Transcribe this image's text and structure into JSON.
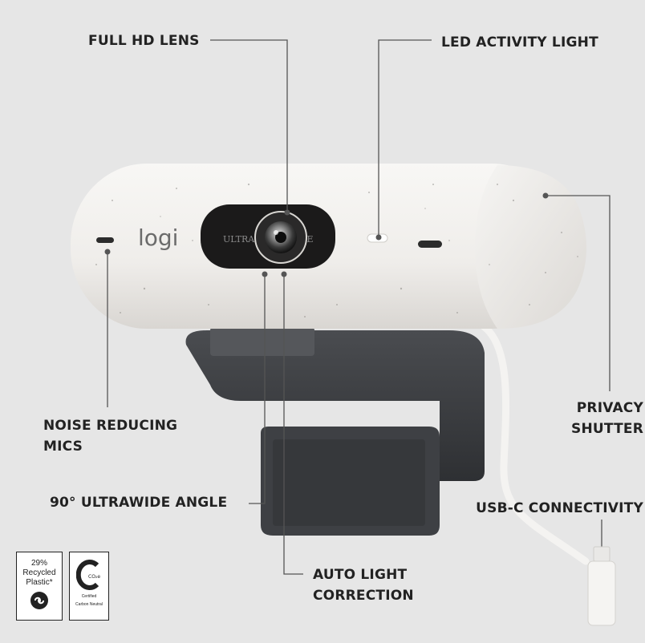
{
  "labels": {
    "full_hd_lens": "FULL HD LENS",
    "led_activity_light": "LED ACTIVITY LIGHT",
    "privacy_shutter": [
      "PRIVACY",
      "SHUTTER"
    ],
    "noise_reducing_mics": [
      "NOISE REDUCING",
      "MICS"
    ],
    "ultrawide_angle": "90° ULTRAWIDE ANGLE",
    "usb_c": "USB-C CONNECTIVITY",
    "auto_light_correction": [
      "AUTO LIGHT",
      "CORRECTION"
    ]
  },
  "camera": {
    "logo": "logi",
    "lens_ring_left": "ULTRA",
    "lens_ring_right": "WIDE"
  },
  "badges": {
    "recycled_percent": "29%",
    "recycled_line1": "Recycled",
    "recycled_line2": "Plastic*",
    "carbon_co2": "CO₂e",
    "carbon_line1": "Certified",
    "carbon_line2": "Carbon Neutral"
  },
  "colors": {
    "background": "#e6e6e6",
    "camera_body": "#f1efec",
    "mount": "#3b3d40",
    "callout_line": "#555555",
    "text": "#222222"
  }
}
